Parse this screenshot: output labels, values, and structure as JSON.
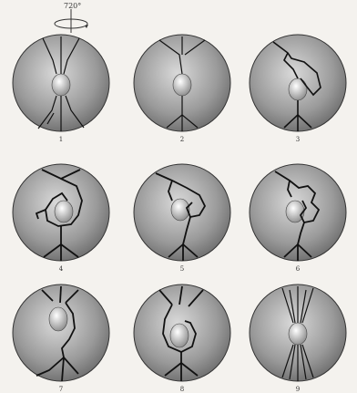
{
  "rotation_label": "720°",
  "panels": [
    {
      "label": "1"
    },
    {
      "label": "2"
    },
    {
      "label": "3"
    },
    {
      "label": "4"
    },
    {
      "label": "5"
    },
    {
      "label": "6"
    },
    {
      "label": "7"
    },
    {
      "label": "8"
    },
    {
      "label": "9"
    }
  ],
  "colors": {
    "background": "#f4f2ee",
    "sphere_shade": "#6f6f6f",
    "sphere_light": "#c9c9c9",
    "strand": "#111111"
  }
}
